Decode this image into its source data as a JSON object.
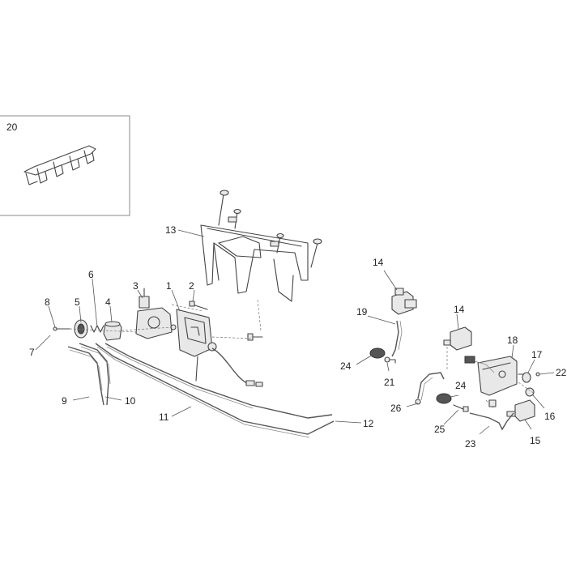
{
  "callouts": [
    "20",
    "13",
    "14",
    "1",
    "2",
    "3",
    "6",
    "8",
    "5",
    "4",
    "7",
    "19",
    "24",
    "21",
    "18",
    "17",
    "22",
    "16",
    "26",
    "25",
    "15",
    "23",
    "9",
    "10",
    "11",
    "12"
  ]
}
